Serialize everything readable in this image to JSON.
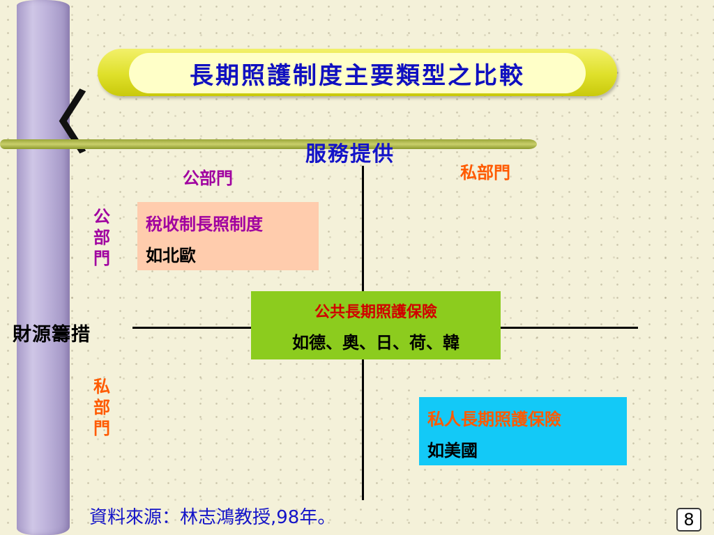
{
  "title": "長期照護制度主要類型之比較",
  "axes": {
    "horizontal_label": "服務提供",
    "vertical_label": "財源籌措",
    "column_public": "公部門",
    "column_private": "私部門",
    "row_public": "公部門",
    "row_private": "私部門"
  },
  "quadrants": {
    "tax": {
      "heading": "稅收制長照制度",
      "example": "如北歐"
    },
    "public_insurance": {
      "heading": "公共長期照護保險",
      "example": "如德、奧、日、荷、韓"
    },
    "private_insurance": {
      "heading": "私人長期照護保險",
      "example": "如美國"
    }
  },
  "source": "資料來源：林志鴻教授,98年。",
  "page_number": "8",
  "colors": {
    "title_text": "#1010c0",
    "public_label": "#a000a0",
    "private_label": "#ff5a00",
    "tax_box": "#ffccad",
    "public_insurance_box": "#8ccc1e",
    "private_insurance_box": "#13c9f7"
  }
}
